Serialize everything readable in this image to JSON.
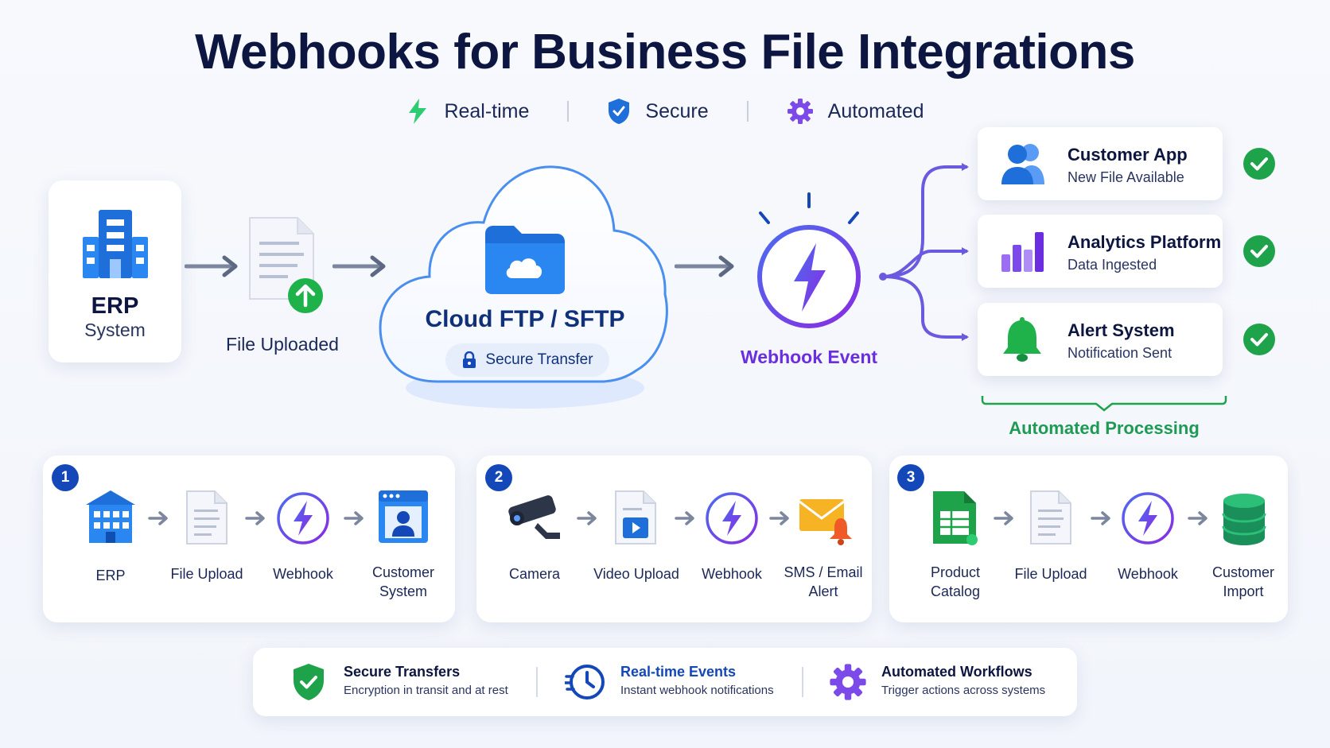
{
  "title": "Webhooks for Business File Integrations",
  "tags": [
    {
      "icon": "lightning-icon",
      "label": "Real-time",
      "color": "#2ecc71"
    },
    {
      "icon": "shield-check-icon",
      "label": "Secure",
      "color": "#1e6fd9"
    },
    {
      "icon": "gear-icon",
      "label": "Automated",
      "color": "#7b4ae8"
    }
  ],
  "main_flow": {
    "erp": {
      "title": "ERP",
      "subtitle": "System",
      "icon": "building-icon"
    },
    "file": {
      "label": "File Uploaded",
      "icon": "document-upload-icon"
    },
    "cloud": {
      "title": "Cloud FTP / SFTP",
      "pill": "Secure Transfer",
      "icon": "cloud-folder-icon"
    },
    "webhook": {
      "label": "Webhook Event",
      "icon": "lightning-circle-icon"
    },
    "outputs": [
      {
        "title": "Customer App",
        "subtitle": "New File Available",
        "icon": "users-icon"
      },
      {
        "title": "Analytics Platform",
        "subtitle": "Data Ingested",
        "icon": "bar-chart-icon"
      },
      {
        "title": "Alert System",
        "subtitle": "Notification Sent",
        "icon": "bell-icon"
      }
    ],
    "processing_label": "Automated Processing"
  },
  "flows": [
    {
      "number": "1",
      "steps": [
        {
          "label": "ERP",
          "icon": "building-icon"
        },
        {
          "label": "File Upload",
          "icon": "document-icon"
        },
        {
          "label": "Webhook",
          "icon": "lightning-circle-icon"
        },
        {
          "label": "Customer System",
          "icon": "user-window-icon"
        }
      ]
    },
    {
      "number": "2",
      "steps": [
        {
          "label": "Camera",
          "icon": "camera-icon"
        },
        {
          "label": "Video Upload",
          "icon": "video-file-icon"
        },
        {
          "label": "Webhook",
          "icon": "lightning-circle-icon"
        },
        {
          "label": "SMS / Email Alert",
          "icon": "mail-bell-icon"
        }
      ]
    },
    {
      "number": "3",
      "steps": [
        {
          "label": "Product Catalog",
          "icon": "spreadsheet-icon"
        },
        {
          "label": "File Upload",
          "icon": "document-icon"
        },
        {
          "label": "Webhook",
          "icon": "lightning-circle-icon"
        },
        {
          "label": "Customer Import",
          "icon": "database-icon"
        }
      ]
    }
  ],
  "features": [
    {
      "title": "Secure Transfers",
      "subtitle": "Encryption in transit and at rest",
      "icon": "shield-check-icon"
    },
    {
      "title": "Real-time Events",
      "subtitle": "Instant webhook notifications",
      "icon": "clock-icon"
    },
    {
      "title": "Automated Workflows",
      "subtitle": "Trigger actions across systems",
      "icon": "gear-icon"
    }
  ]
}
